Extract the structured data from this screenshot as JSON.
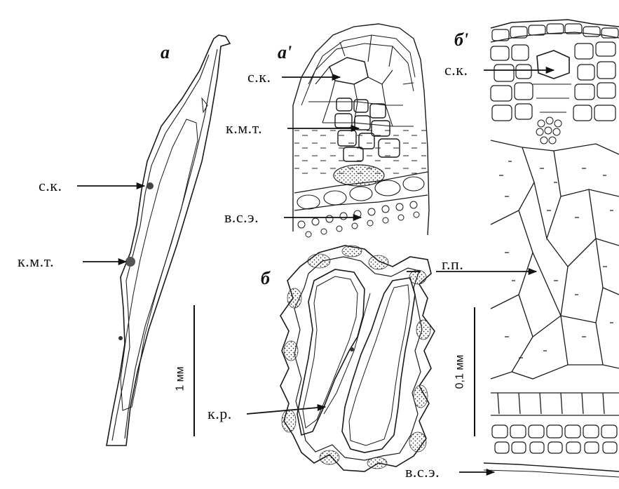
{
  "panels": {
    "a": "а",
    "a_prime": "а'",
    "b": "б",
    "b_prime": "б'"
  },
  "labels": {
    "sk": "с.к.",
    "kmt": "к.м.т.",
    "vse": "в.с.э.",
    "gp": "г.п.",
    "kr": "к.р."
  },
  "scale_bars": {
    "left": "1 мм",
    "right": "0,1 мм"
  },
  "colors": {
    "ink": "#1a1a1a",
    "paper": "#ffffff"
  }
}
